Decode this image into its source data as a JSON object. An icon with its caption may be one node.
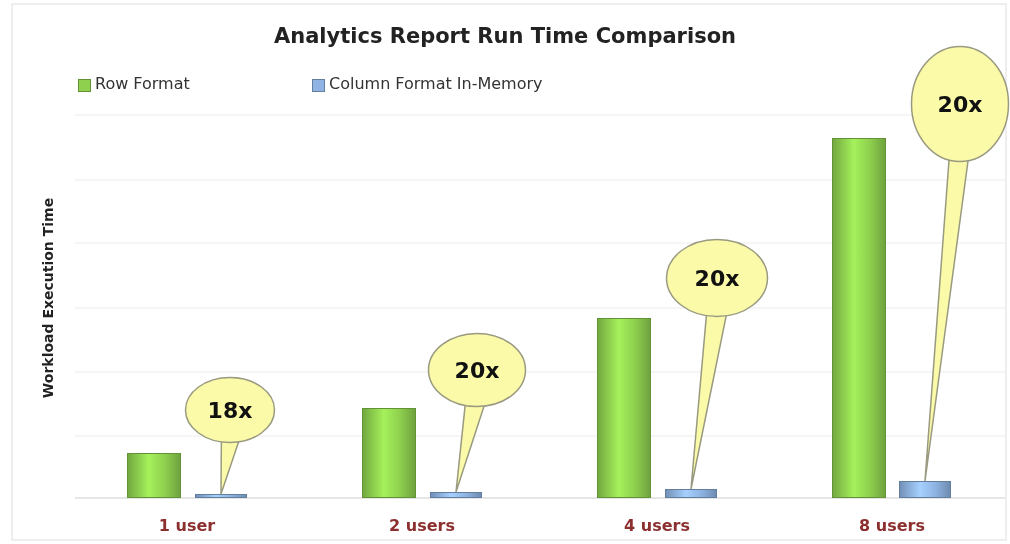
{
  "diagram": {
    "title": "Analytics Report Run Time Comparison",
    "nodes": [
      {
        "text": [],
        "shape": "bar"
      },
      {
        "text": [],
        "shape": "bar"
      },
      {
        "text": [],
        "shape": "bar"
      },
      {
        "text": [],
        "shape": "bar"
      },
      {
        "text": [],
        "shape": "bar"
      },
      {
        "text": [],
        "shape": "bar"
      },
      {
        "text": [],
        "shape": "bar"
      },
      {
        "text": [],
        "shape": "bar"
      },
      {
        "text": [
          "18x"
        ]
      },
      {
        "text": [
          "20x"
        ]
      },
      {
        "text": [
          "20x"
        ]
      },
      {
        "text": [
          "20x"
        ]
      }
    ],
    "edges": [
      {
        "from": 8,
        "to": 1,
        "arrow": "none"
      },
      {
        "from": 9,
        "to": 3,
        "arrow": "none"
      },
      {
        "from": 10,
        "to": 5,
        "arrow": "none"
      },
      {
        "from": 11,
        "to": 7,
        "arrow": "none"
      }
    ],
    "labels": [
      "Workload Execution Time",
      "1 user",
      "2 users",
      "4 users",
      "8 users"
    ],
    "legend": [
      {
        "text": "Row Format",
        "color": "#8fd14f"
      },
      {
        "text": "Column Format In-Memory",
        "color": "#8fb4e3"
      }
    ]
  }
}
